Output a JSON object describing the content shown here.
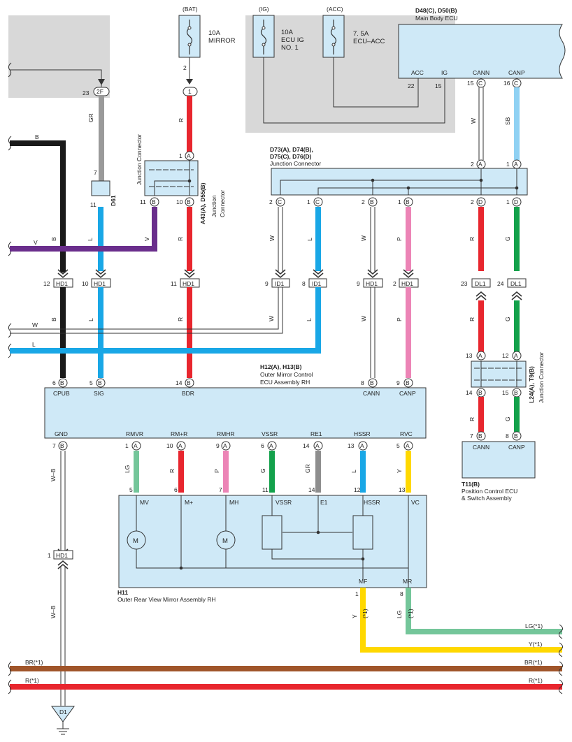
{
  "colors": {
    "red": "#e8262e",
    "blue": "#19a7e6",
    "gray": "#9a9a9a",
    "black": "#1a1a1a",
    "purple": "#6a2e8c",
    "pink": "#ec84b6",
    "green": "#13a14b",
    "lightgreen": "#74c69a",
    "lightblue": "#8fd1f3",
    "yellow": "#ffd800",
    "brown": "#a0552a",
    "grayR": "#8e8e8e",
    "panel": "#cfe9f7",
    "shade": "#d8d8d8"
  },
  "fuses": {
    "bat": {
      "source": "(BAT)",
      "amp": "10A",
      "name": "MIRROR",
      "pin": "2",
      "connector": "1"
    },
    "ig": {
      "source": "(IG)",
      "amp": "10A",
      "name1": "ECU IG",
      "name2": "NO. 1"
    },
    "acc": {
      "source": "(ACC)",
      "amp": "7. 5A",
      "name": "ECU–ACC"
    }
  },
  "main_ecu": {
    "ref": "D48(C), D50(B)",
    "name": "Main Body ECU",
    "pins": {
      "acc": {
        "label": "ACC",
        "num": "22"
      },
      "ig": {
        "label": "IG",
        "num": "15"
      },
      "cann": {
        "label": "CANN",
        "num": "15",
        "conn": "C"
      },
      "canp": {
        "label": "CANP",
        "num": "16",
        "conn": "C"
      }
    }
  },
  "wire_colors": {
    "gr": "GR",
    "r": "R",
    "w": "W",
    "sb": "SB",
    "b": "B",
    "v": "V",
    "l": "L",
    "p": "P",
    "g": "G",
    "lg": "LG",
    "y": "Y",
    "wb": "W–B",
    "plus1": "(*1)"
  },
  "left_ref": {
    "pin": "23",
    "conn": "2F"
  },
  "d61": {
    "ref": "D61",
    "name": "Junction Connector",
    "pin_top": "7",
    "pin_bottom": "11"
  },
  "a43": {
    "ref": "A43(A), D55(B)",
    "name1": "Junction",
    "name2": "Connector",
    "pin_top": "1",
    "conn_top": "A",
    "pins_bottom": [
      {
        "num": "11",
        "conn": "B"
      },
      {
        "num": "10",
        "conn": "B"
      }
    ]
  },
  "d73": {
    "ref": "D73(A), D74(B),",
    "ref2": "D75(C), D76(D)",
    "name": "Junction Connector",
    "top_pins": [
      {
        "num": "2",
        "conn": "A"
      },
      {
        "num": "1",
        "conn": "A"
      }
    ],
    "bottom_pins": [
      {
        "num": "2",
        "conn": "C"
      },
      {
        "num": "1",
        "conn": "C"
      },
      {
        "num": "2",
        "conn": "B"
      },
      {
        "num": "1",
        "conn": "B"
      },
      {
        "num": "2",
        "conn": "D"
      },
      {
        "num": "1",
        "conn": "D"
      }
    ]
  },
  "hd1_row": [
    {
      "num": "12",
      "name": "HD1"
    },
    {
      "num": "10",
      "name": "HD1"
    },
    {
      "num": "11",
      "name": "HD1"
    },
    {
      "num": "9",
      "name": "ID1"
    },
    {
      "num": "8",
      "name": "ID1"
    },
    {
      "num": "9",
      "name": "HD1"
    },
    {
      "num": "2",
      "name": "HD1"
    }
  ],
  "dl1_row": [
    {
      "num": "23",
      "name": "DL1"
    },
    {
      "num": "24",
      "name": "DL1"
    }
  ],
  "left_bus": {
    "b": "B",
    "v": "V",
    "w": "W",
    "l": "L"
  },
  "h12": {
    "ref": "H12(A), H13(B)",
    "name1": "Outer Mirror Control",
    "name2": "ECU Assembly RH",
    "top_pins": [
      {
        "num": "6",
        "conn": "B",
        "label": "CPUB"
      },
      {
        "num": "5",
        "conn": "B",
        "label": "SIG"
      },
      {
        "num": "14",
        "conn": "B",
        "label": "BDR"
      },
      {
        "num": "8",
        "conn": "B",
        "label": "CANN"
      },
      {
        "num": "9",
        "conn": "B",
        "label": "CANP"
      }
    ],
    "bottom_pins": [
      {
        "num": "7",
        "conn": "B",
        "label": "GND"
      },
      {
        "num": "1",
        "conn": "A",
        "label": "RMVR"
      },
      {
        "num": "10",
        "conn": "A",
        "label": "RM+R"
      },
      {
        "num": "9",
        "conn": "A",
        "label": "RMHR"
      },
      {
        "num": "6",
        "conn": "A",
        "label": "VSSR"
      },
      {
        "num": "14",
        "conn": "A",
        "label": "RE1"
      },
      {
        "num": "13",
        "conn": "A",
        "label": "HSSR"
      },
      {
        "num": "5",
        "conn": "A",
        "label": "RVC"
      }
    ]
  },
  "l24": {
    "ref": "L24(A), T9(B)",
    "name": "Junction Connector",
    "top_pins": [
      {
        "num": "13",
        "conn": "A"
      },
      {
        "num": "12",
        "conn": "A"
      }
    ],
    "bottom_pins": [
      {
        "num": "14",
        "conn": "B"
      },
      {
        "num": "15",
        "conn": "B"
      }
    ]
  },
  "t11": {
    "ref": "T11(B)",
    "name1": "Position Control ECU",
    "name2": "& Switch Assembly",
    "pins": [
      {
        "num": "7",
        "conn": "B",
        "label": "CANN"
      },
      {
        "num": "8",
        "conn": "B",
        "label": "CANP"
      }
    ]
  },
  "h11": {
    "ref": "H11",
    "name": "Outer Rear View Mirror Assembly RH",
    "top_pins": [
      {
        "num": "5",
        "label": "MV"
      },
      {
        "num": "6",
        "label": "M+"
      },
      {
        "num": "7",
        "label": "MH"
      },
      {
        "num": "11",
        "label": "VSSR"
      },
      {
        "num": "14",
        "label": "E1"
      },
      {
        "num": "12",
        "label": "HSSR"
      },
      {
        "num": "13",
        "label": "VC"
      }
    ],
    "bottom_pins": [
      {
        "num": "1",
        "label": "MF"
      },
      {
        "num": "8",
        "label": "MR"
      }
    ],
    "motor": "M"
  },
  "hd1_lower": {
    "num": "1",
    "name": "HD1"
  },
  "right_out": {
    "lg": "LG(*1)",
    "y": "Y(*1)"
  },
  "bottom_bus": {
    "br": "BR(*1)",
    "r": "R(*1)"
  },
  "ground": {
    "name": "D1"
  }
}
